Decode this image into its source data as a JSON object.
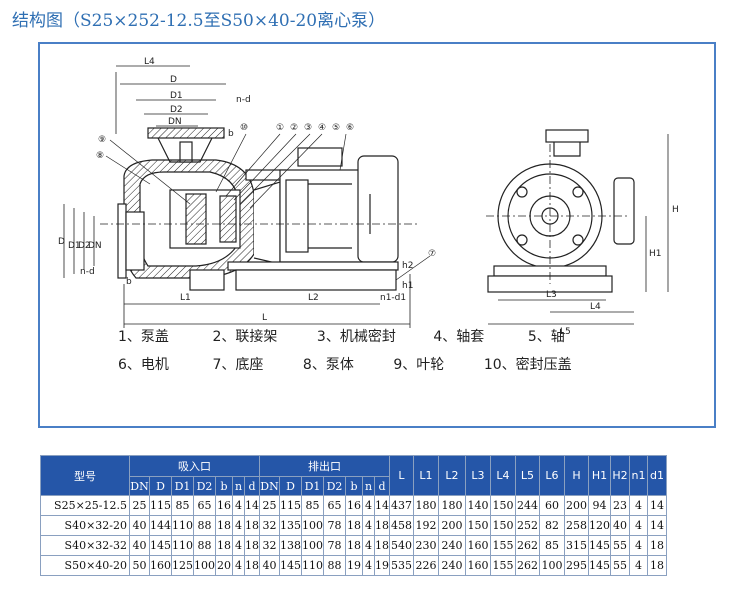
{
  "page": {
    "title": "结构图（S25×252-12.5至S50×40-20离心泵）"
  },
  "diagram": {
    "front_labels": [
      "L4",
      "D",
      "D1",
      "D2",
      "DN",
      "n-d",
      "b",
      "⑨",
      "⑧",
      "⑩",
      "①",
      "②",
      "③",
      "④",
      "⑤",
      "⑥",
      "D",
      "D1",
      "D2",
      "DN",
      "n-d",
      "b",
      "h2",
      "h1",
      "⑦",
      "n1-d1",
      "L1",
      "L2",
      "L"
    ],
    "side_labels": [
      "H",
      "H1",
      "L3",
      "L4",
      "L5"
    ]
  },
  "legend": {
    "row1": [
      "1、泵盖",
      "2、联接架",
      "3、机械密封",
      "4、轴套",
      "5、轴"
    ],
    "row2": [
      "6、电机",
      "7、底座",
      "8、泵体",
      "9、叶轮",
      "10、密封压盖"
    ]
  },
  "table": {
    "model_header": "型号",
    "suction_header": "吸入口",
    "discharge_header": "排出口",
    "suction_cols": [
      "DN",
      "D",
      "D1",
      "D2",
      "b",
      "n",
      "d"
    ],
    "discharge_cols": [
      "DN",
      "D",
      "D1",
      "D2",
      "b",
      "n",
      "d"
    ],
    "dim_cols": [
      "L",
      "L1",
      "L2",
      "L3",
      "L4",
      "L5",
      "L6",
      "H",
      "H1",
      "H2",
      "n1",
      "d1"
    ],
    "rows": [
      {
        "model": "S25×25-12.5",
        "values": [
          "25",
          "115",
          "85",
          "65",
          "16",
          "4",
          "14",
          "25",
          "115",
          "85",
          "65",
          "16",
          "4",
          "14",
          "437",
          "180",
          "180",
          "140",
          "150",
          "244",
          "60",
          "200",
          "94",
          "23",
          "4",
          "14"
        ]
      },
      {
        "model": "S40×32-20",
        "values": [
          "40",
          "144",
          "110",
          "88",
          "18",
          "4",
          "18",
          "32",
          "135",
          "100",
          "78",
          "18",
          "4",
          "18",
          "458",
          "192",
          "200",
          "150",
          "150",
          "252",
          "82",
          "258",
          "120",
          "40",
          "4",
          "14"
        ]
      },
      {
        "model": "S40×32-32",
        "values": [
          "40",
          "145",
          "110",
          "88",
          "18",
          "4",
          "18",
          "32",
          "138",
          "100",
          "78",
          "18",
          "4",
          "18",
          "540",
          "230",
          "240",
          "160",
          "155",
          "262",
          "85",
          "315",
          "145",
          "55",
          "4",
          "18"
        ]
      },
      {
        "model": "S50×40-20",
        "values": [
          "50",
          "160",
          "125",
          "100",
          "20",
          "4",
          "18",
          "40",
          "145",
          "110",
          "88",
          "19",
          "4",
          "19",
          "535",
          "226",
          "240",
          "160",
          "155",
          "262",
          "100",
          "295",
          "145",
          "55",
          "4",
          "18"
        ]
      }
    ]
  },
  "colors": {
    "title": "#2f6fb3",
    "frame": "#4a7fc6",
    "table_header": "#2556a8"
  }
}
